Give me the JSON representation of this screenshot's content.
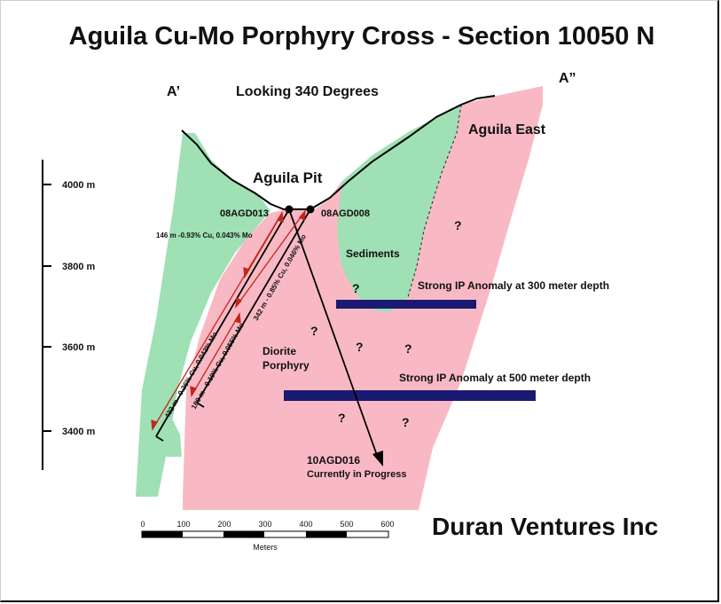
{
  "title": "Aguila Cu-Mo Porphyry Cross - Section 10050 N",
  "section_left": "A’",
  "section_right": "A”",
  "looking": "Looking 340 Degrees",
  "labels": {
    "pit": "Aguila Pit",
    "east": "Aguila East",
    "sediments": "Sediments",
    "diorite_line1": "Diorite",
    "diorite_line2": "Porphyry",
    "ip_300": "Strong IP Anomaly at 300 meter depth",
    "ip_500": "Strong IP Anomaly at 500 meter depth",
    "unknown": "?"
  },
  "drillholes": {
    "hole_013": "08AGD013",
    "hole_008": "08AGD008",
    "hole_016": "10AGD016",
    "hole_016_status": "Currently in Progress"
  },
  "intercepts": {
    "i146": "146 m -0.93% Cu, 0.043% Mo",
    "i432": "432 m - 0.26% Cu, 0.042% Mo",
    "i180": "180 m - 0.19% Cu, 0.055% Mo",
    "i342": "342 m - 0.85% Cu, 0.046% Mo"
  },
  "elevation_scale": [
    "4000 m",
    "3800 m",
    "3600 m",
    "3400 m"
  ],
  "distance_scale": {
    "ticks": [
      "0",
      "100",
      "200",
      "300",
      "400",
      "500",
      "600"
    ],
    "unit": "Meters"
  },
  "company": "Duran Ventures Inc",
  "colors": {
    "diorite": "#f9b9c4",
    "sediments": "#9fe0b4",
    "ip_anomaly": "#1a1a72",
    "intercept": "#c0281c",
    "drillhole": "#000000"
  }
}
